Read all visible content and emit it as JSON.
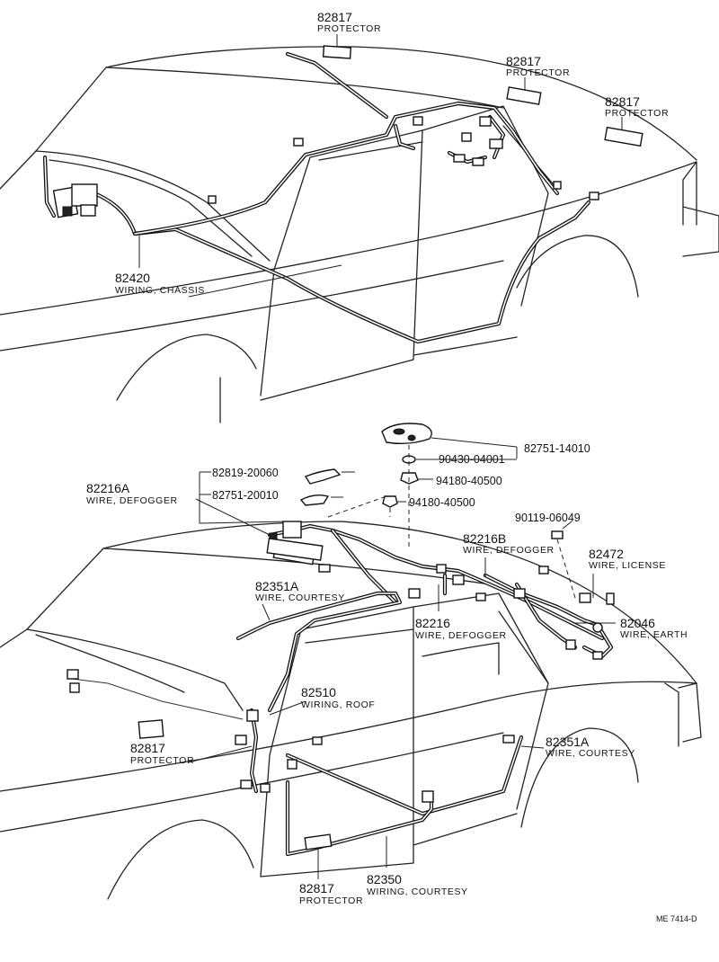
{
  "upper_car": {
    "protector_1": {
      "number": "82817",
      "name": "PROTECTOR"
    },
    "protector_2": {
      "number": "82817",
      "name": "PROTECTOR"
    },
    "protector_3": {
      "number": "82817",
      "name": "PROTECTOR"
    },
    "wiring_chassis": {
      "number": "82420",
      "name": "WIRING, CHASSIS"
    }
  },
  "lower_car": {
    "bracket_part": "82751-14010",
    "nut_1": "90430-04001",
    "nut_2": "94180-40500",
    "nut_3": "94180-40500",
    "clamp_1": "82819-20060",
    "clamp_2": "82751-20010",
    "bolt": "90119-06049",
    "wire_defogger_a": {
      "number": "82216A",
      "name": "WIRE, DEFOGGER"
    },
    "wire_defogger_b": {
      "number": "82216B",
      "name": "WIRE, DEFOGGER"
    },
    "wire_defogger": {
      "number": "82216",
      "name": "WIRE, DEFOGGER"
    },
    "wire_license": {
      "number": "82472",
      "name": "WIRE, LICENSE"
    },
    "wire_earth": {
      "number": "82046",
      "name": "WIRE, EARTH"
    },
    "wire_courtesy_1": {
      "number": "82351A",
      "name": "WIRE, COURTESY"
    },
    "wire_courtesy_2": {
      "number": "82351A",
      "name": "WIRE, COURTESY"
    },
    "wiring_roof": {
      "number": "82510",
      "name": "WIRING, ROOF"
    },
    "protector_left": {
      "number": "82817",
      "name": "PROTECTOR"
    },
    "protector_bottom": {
      "number": "82817",
      "name": "PROTECTOR"
    },
    "wiring_courtesy": {
      "number": "82350",
      "name": "WIRING, COURTESY"
    }
  },
  "drawing_code": "ME 7414-D"
}
